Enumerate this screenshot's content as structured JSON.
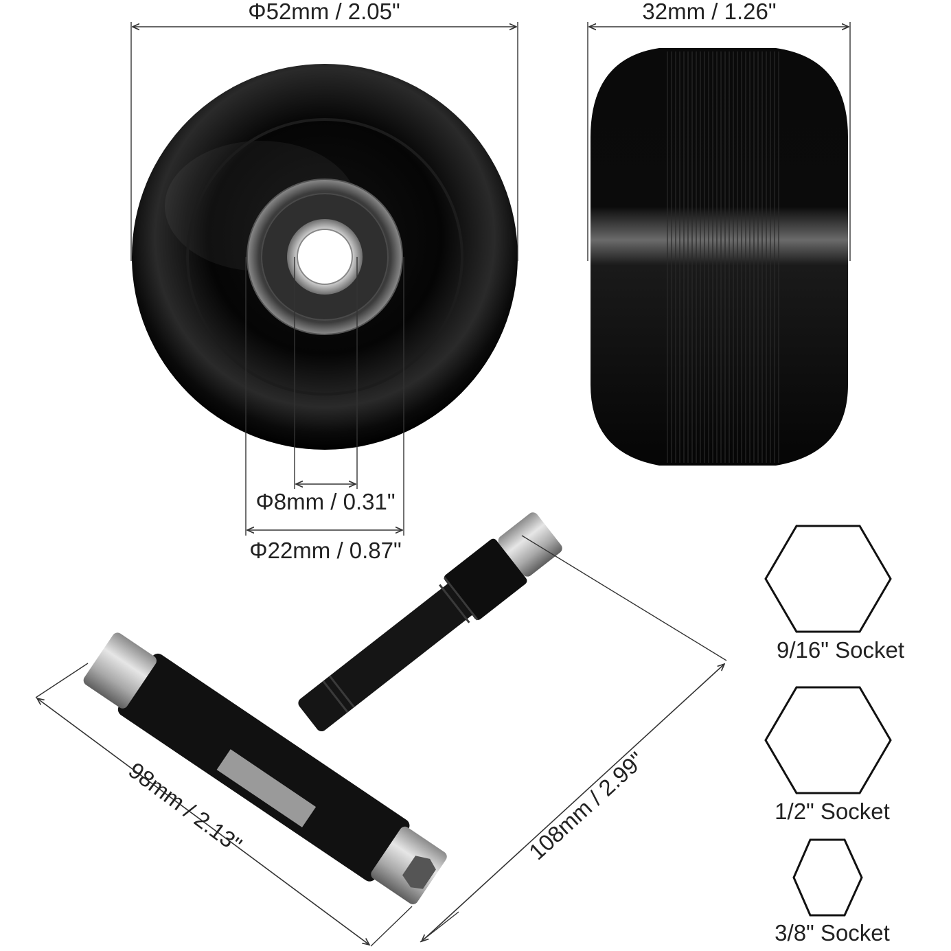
{
  "dimensions": {
    "wheel_diameter": "Φ52mm / 2.05\"",
    "wheel_width": "32mm / 1.26\"",
    "bore_diameter": "Φ8mm / 0.31\"",
    "bearing_diameter": "Φ22mm / 0.87\"",
    "tool_width": "98mm / 2.13\"",
    "tool_length": "108mm / 2.99\""
  },
  "sockets": [
    {
      "label": "9/16\" Socket"
    },
    {
      "label": "1/2\" Socket"
    },
    {
      "label": "3/8\" Socket"
    }
  ],
  "colors": {
    "wheel": "#060606",
    "metal": "#b9b9b9",
    "dimension_line": "#333333"
  }
}
